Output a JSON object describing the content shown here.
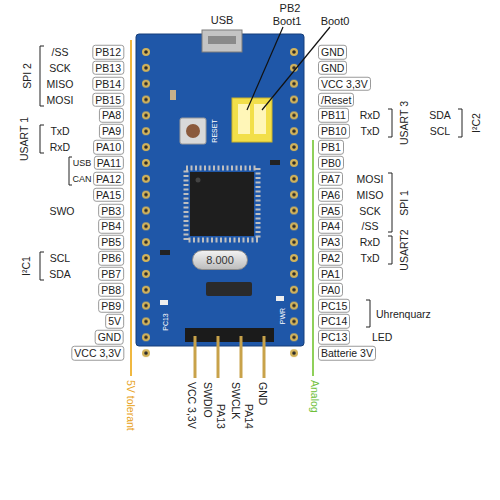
{
  "diagram": {
    "nodes": [
      {
        "text": [
          "8.000"
        ]
      }
    ],
    "labels": [
      "USB",
      "PB2",
      "Boot1",
      "Boot0",
      "PB12",
      "PB13",
      "PB14",
      "PB15",
      "PA8",
      "PA9",
      "PA10",
      "PA11",
      "PA12",
      "PA15",
      "PB3",
      "PB4",
      "PB5",
      "PB6",
      "PB7",
      "PB8",
      "PB9",
      "5V",
      "GND",
      "VCC 3,3V",
      "GND",
      "GND",
      "VCC 3,3V",
      "/Reset",
      "PB11",
      "PB10",
      "PB1",
      "PB0",
      "PA7",
      "PA6",
      "PA5",
      "PA4",
      "PA3",
      "PA2",
      "PA1",
      "PA0",
      "PC15",
      "PC14",
      "PC13",
      "Batterie 3V",
      "/SS",
      "SCK",
      "MISO",
      "MOSI",
      "SPI 2",
      "TxD",
      "RxD",
      "USART 1",
      "USB",
      "CAN",
      "SWO",
      "SCL",
      "SDA",
      "I²C1",
      "RxD",
      "TxD",
      "USART 3",
      "SDA",
      "SCL",
      "I²C2",
      "MOSI",
      "MISO",
      "SCK",
      "/SS",
      "SPI 1",
      "RxD",
      "TxD",
      "USART2",
      "Uhrenquarz",
      "LED",
      "VCC 3,3V",
      "SWDIO",
      "PA13",
      "SWCLK",
      "PA14",
      "GND",
      "5V tolerant",
      "Analog",
      "RESET",
      "PC13",
      "PWR"
    ]
  }
}
